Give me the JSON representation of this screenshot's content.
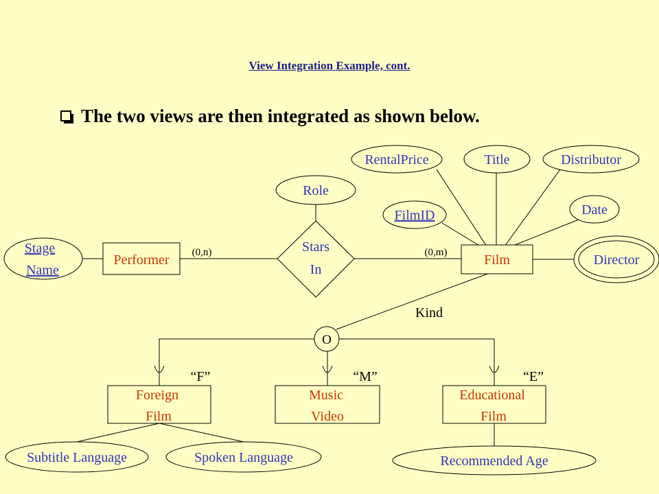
{
  "slide": {
    "title": "View Integration Example, cont.",
    "bullet": "The two views are then integrated as shown below."
  },
  "colors": {
    "background": "#ffffc5",
    "entity_text": "#cc3300",
    "attribute_text": "#3333bb",
    "line": "#000000"
  },
  "diagram": {
    "entities": {
      "performer": "Performer",
      "film": "Film",
      "foreign_film": [
        "Foreign",
        "Film"
      ],
      "music_video": [
        "Music",
        "Video"
      ],
      "educational_film": [
        "Educational",
        "Film"
      ]
    },
    "relationship": {
      "stars_in": [
        "Stars",
        "In"
      ]
    },
    "attributes": {
      "stage_name": [
        "Stage",
        "Name"
      ],
      "role": "Role",
      "rental_price": "RentalPrice",
      "title": "Title",
      "distributor": "Distributor",
      "film_id": "FilmID",
      "date": "Date",
      "director": "Director",
      "subtitle_language": "Subtitle Language",
      "spoken_language": "Spoken Language",
      "recommended_age": "Recommended Age"
    },
    "cardinalities": {
      "performer": "(0,n)",
      "film": "(0,m)"
    },
    "specialization": {
      "discriminator": "Kind",
      "constraint": "O",
      "values": {
        "foreign": "“F”",
        "music": "“M”",
        "educational": "“E”"
      }
    }
  }
}
